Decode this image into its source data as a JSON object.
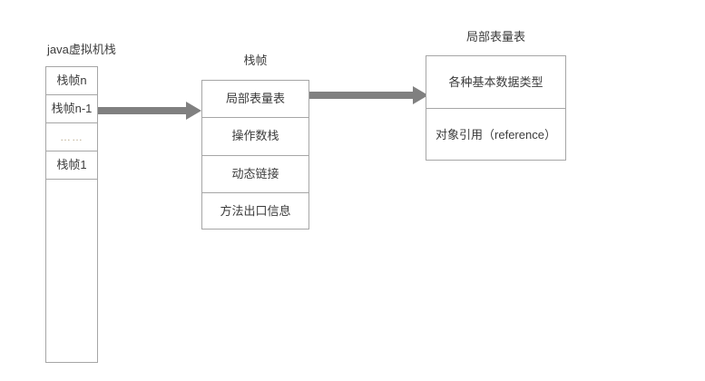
{
  "diagram": {
    "background_color": "#ffffff",
    "border_color": "#a6a6a6",
    "arrow_color": "#808080",
    "text_color": "#3c3c3c",
    "ellipsis_color": "#b9a98c"
  },
  "jvm_stack": {
    "caption": "java虚拟机栈",
    "frames": [
      {
        "label": "栈帧n"
      },
      {
        "label": "栈帧n-1"
      },
      {
        "label": "……"
      },
      {
        "label": "栈帧1"
      }
    ]
  },
  "stack_frame": {
    "caption": "栈帧",
    "rows": [
      {
        "label": "局部表量表"
      },
      {
        "label": "操作数栈"
      },
      {
        "label": "动态链接"
      },
      {
        "label": "方法出口信息"
      }
    ]
  },
  "local_variable_table": {
    "caption": "局部表量表",
    "rows": [
      {
        "label": "各种基本数据类型"
      },
      {
        "label": "对象引用（reference）"
      }
    ]
  },
  "arrows": [
    {
      "name": "stack-to-frame",
      "from": "栈帧n-1",
      "to": "栈帧"
    },
    {
      "name": "frame-to-local-variable-table",
      "from": "局部表量表",
      "to": "局部表量表"
    }
  ]
}
